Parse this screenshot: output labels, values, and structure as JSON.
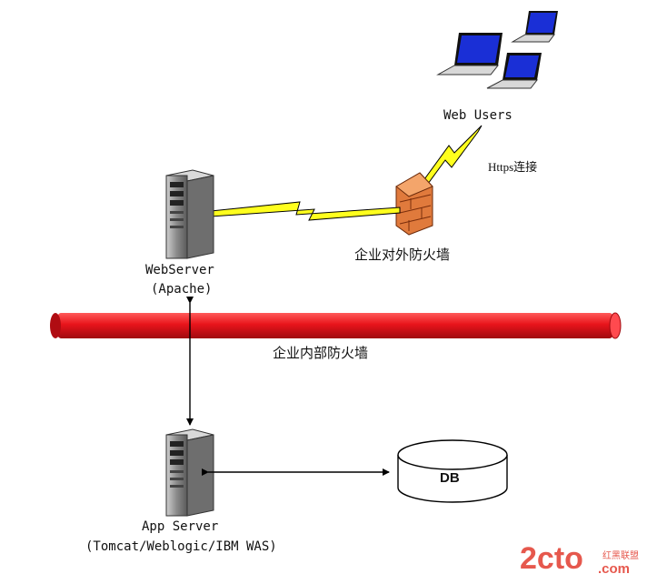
{
  "nodes": {
    "web_users": {
      "label": "Web Users"
    },
    "https_link": {
      "label": "Https连接"
    },
    "external_firewall": {
      "label": "企业对外防火墙"
    },
    "web_server": {
      "label_line1": "WebServer",
      "label_line2": "(Apache)"
    },
    "internal_firewall": {
      "label": "企业内部防火墙"
    },
    "app_server": {
      "label_line1": "App Server",
      "label_line2": "(Tomcat/Weblogic/IBM WAS)"
    },
    "database": {
      "label": "DB"
    }
  },
  "watermark": {
    "main": "2cto",
    "suffix": ".com",
    "tagline": "红黑联盟"
  },
  "colors": {
    "pipe": "#e8141b",
    "lightning": "#ffff1e",
    "firewall_brick": "#e07a3c",
    "laptop_screen": "#1a2fd6",
    "server_body": "#7a7a7a",
    "watermark": "#e23b2e"
  }
}
